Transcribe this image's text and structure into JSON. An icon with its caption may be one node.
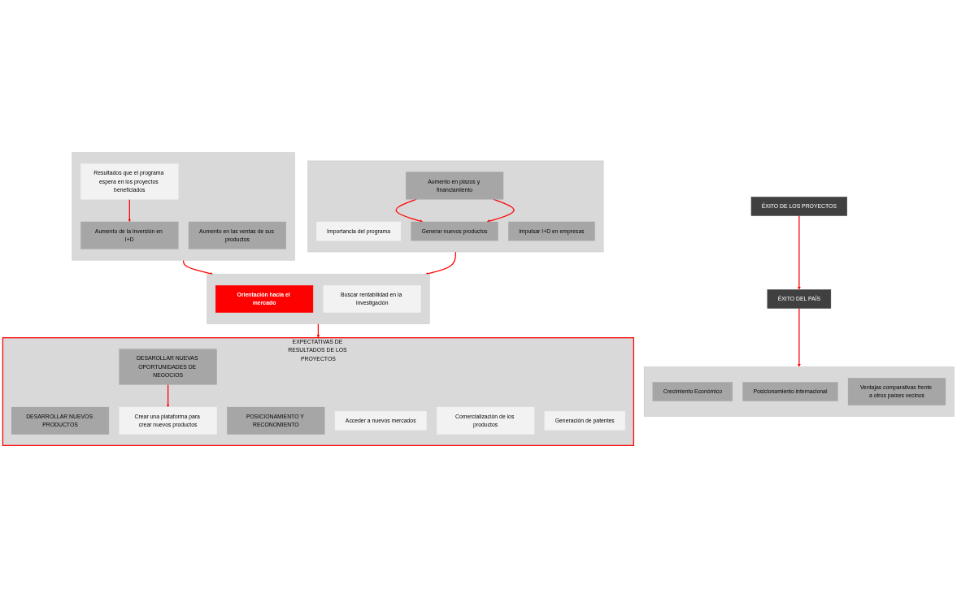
{
  "diagram": {
    "nodes": [
      {
        "text": [],
        "shape": "box"
      },
      {
        "text": [
          "Resultados que el programa espera en los proyectos beneficiados"
        ],
        "in": 0
      },
      {
        "text": [
          "Aumento de la inversión en I+D"
        ],
        "in": 0
      },
      {
        "text": [
          "Aumento en las ventas de sus productos"
        ],
        "in": 0
      },
      {
        "text": [],
        "shape": "box"
      },
      {
        "text": [
          "Orientación hacia el mercado"
        ],
        "in": 4
      },
      {
        "text": [
          "Buscar rentabilidad en la investigación"
        ],
        "in": 4
      },
      {
        "text": [],
        "shape": "box"
      },
      {
        "text": [
          "Importancia del programa"
        ],
        "in": 7
      },
      {
        "text": [
          "Impulsar I+D en empresas"
        ],
        "in": 7
      },
      {
        "text": [
          "Aumento en plazos y financiamiento"
        ],
        "in": 7
      },
      {
        "text": [
          "Generar nuevos productos"
        ],
        "in": 7
      },
      {
        "text": [
          "EXPECTATIVAS DE RESULTADOS DE LOS PROYECTOS"
        ]
      },
      {
        "text": [
          "DESARROLLAR NUEVOS PRODUCTOS"
        ],
        "in": 12
      },
      {
        "text": [
          "DESAROLLAR NUEVAS OPORTUNIDADES DE NEGOCIOS"
        ],
        "in": 12
      },
      {
        "text": [
          "POSICIONAMIENTO Y RECONOMIENTO"
        ],
        "in": 12
      },
      {
        "text": [
          "Acceder a nuevos mercados"
        ],
        "in": 12
      },
      {
        "text": [
          "Crear una plataforma para crear nuevos productos"
        ],
        "in": 12
      },
      {
        "text": [
          "Comercialización de los productos"
        ],
        "in": 12
      },
      {
        "text": [
          "Generación de patentes"
        ],
        "in": 12
      },
      {
        "text": [
          "ÉXITO DE LOS PROYECTOS"
        ]
      },
      {
        "text": [
          "ÉXITO DEL PAÍS"
        ]
      },
      {
        "text": [],
        "shape": "box"
      },
      {
        "text": [
          "Crecimiento Económico"
        ],
        "in": 22
      },
      {
        "text": [
          "Posicionamiento internacional"
        ],
        "in": 22
      },
      {
        "text": [
          "Ventajas comparativas frente a otros países vecinos"
        ],
        "in": 22
      }
    ],
    "edges": [
      {
        "from": 1,
        "to": 2,
        "arrow": "to"
      },
      {
        "from": 0,
        "to": 4,
        "arrow": "to"
      },
      {
        "from": 7,
        "to": 4,
        "arrow": "to"
      },
      {
        "from": 10,
        "to": 11,
        "arrow": "to"
      },
      {
        "from": 10,
        "to": 11,
        "arrow": "to"
      },
      {
        "from": 4,
        "to": 12,
        "arrow": "to"
      },
      {
        "from": 14,
        "to": 17,
        "arrow": "to"
      },
      {
        "from": 20,
        "to": 21,
        "arrow": "to"
      },
      {
        "from": 21,
        "to": 22,
        "arrow": "to"
      }
    ]
  }
}
